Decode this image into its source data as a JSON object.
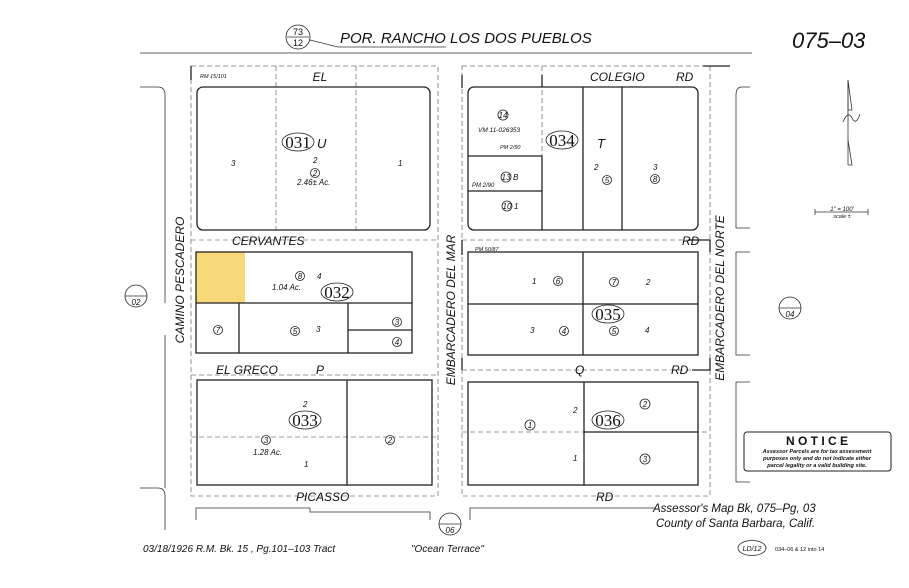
{
  "header": {
    "ref_circle_top": "73",
    "ref_circle_bottom": "12",
    "title": "POR. RANCHO LOS DOS PUEBLOS",
    "map_number": "075–03"
  },
  "streets": {
    "el": "EL",
    "colegio": "COLEGIO",
    "colegio_rd": "RD",
    "cervantes": "CERVANTES",
    "cervantes_rd": "RD",
    "el_greco": "EL GRECO",
    "el_greco_p": "P",
    "q": "Q",
    "q_rd": "RD",
    "picasso": "PICASSO",
    "picasso_rd": "RD",
    "camino_pescadero": "CAMINO PESCADERO",
    "embarcadero_del_mar": "EMBARCADERO DEL MAR",
    "embarcadero_del_norte": "EMBARCADERO DEL NORTE"
  },
  "page_refs": {
    "left": "02",
    "right": "04",
    "bottom": "06"
  },
  "recorded_maps": {
    "rm": "RM 15/101",
    "vm": "VM 11-026353",
    "pm_a": "PM 2/90",
    "pm_b": "PM 2/90",
    "pm_c": "PM 50/87"
  },
  "blocks": {
    "b031": {
      "id": "031",
      "suffix": "U",
      "lot_a": "3",
      "lot_b": "2",
      "lot_c": "1",
      "parcel": "2",
      "acres": "2.46± Ac."
    },
    "b032": {
      "id": "032",
      "parcel_8": "8",
      "lot_4": "4",
      "acres": "1.04 Ac.",
      "parcel_7": "7",
      "parcel_5": "5",
      "lot_3": "3",
      "parcel_3": "3",
      "parcel_4": "4",
      "highlight_color": "#f7d97a"
    },
    "b033": {
      "id": "033",
      "lot_2": "2",
      "parcel_3": "3",
      "acres": "1.28 Ac.",
      "lot_1": "1",
      "parcel_2": "2"
    },
    "b034": {
      "id": "034",
      "suffix": "T",
      "parcel_14": "14",
      "parcel_13": "13",
      "suffix_13": "B",
      "parcel_10": "10",
      "lot_1": "1",
      "lot_2": "2",
      "parcel_5": "5",
      "lot_3": "3",
      "parcel_8": "8"
    },
    "b035": {
      "id": "035",
      "lot_1": "1",
      "parcel_6": "6",
      "parcel_7": "7",
      "lot_2": "2",
      "lot_3": "3",
      "parcel_4": "4",
      "parcel_5": "5",
      "lot_4": "4"
    },
    "b036": {
      "id": "036",
      "parcel_1": "1",
      "lot_2": "2",
      "lot_1": "1",
      "parcel_2": "2",
      "parcel_3": "3"
    }
  },
  "scale": {
    "ratio": "1\" = 100'",
    "note": "scale ±"
  },
  "notice": {
    "title": "N O T I C E",
    "line1": "Assessor Parcels are for tax assessment",
    "line2": "purposes only and do not indicate either",
    "line3": "parcel legality or a valid building site."
  },
  "footer": {
    "map_book": "Assessor's Map Bk, 075–Pg, 03",
    "county": "County of Santa Barbara, Calif.",
    "tract": "03/18/1926   R.M. Bk. 15 , Pg.101–103 Tract",
    "tract_name": "\"Ocean Terrace\"",
    "ld": "LD/12",
    "ld_note": "034–06 & 12 into 14"
  }
}
